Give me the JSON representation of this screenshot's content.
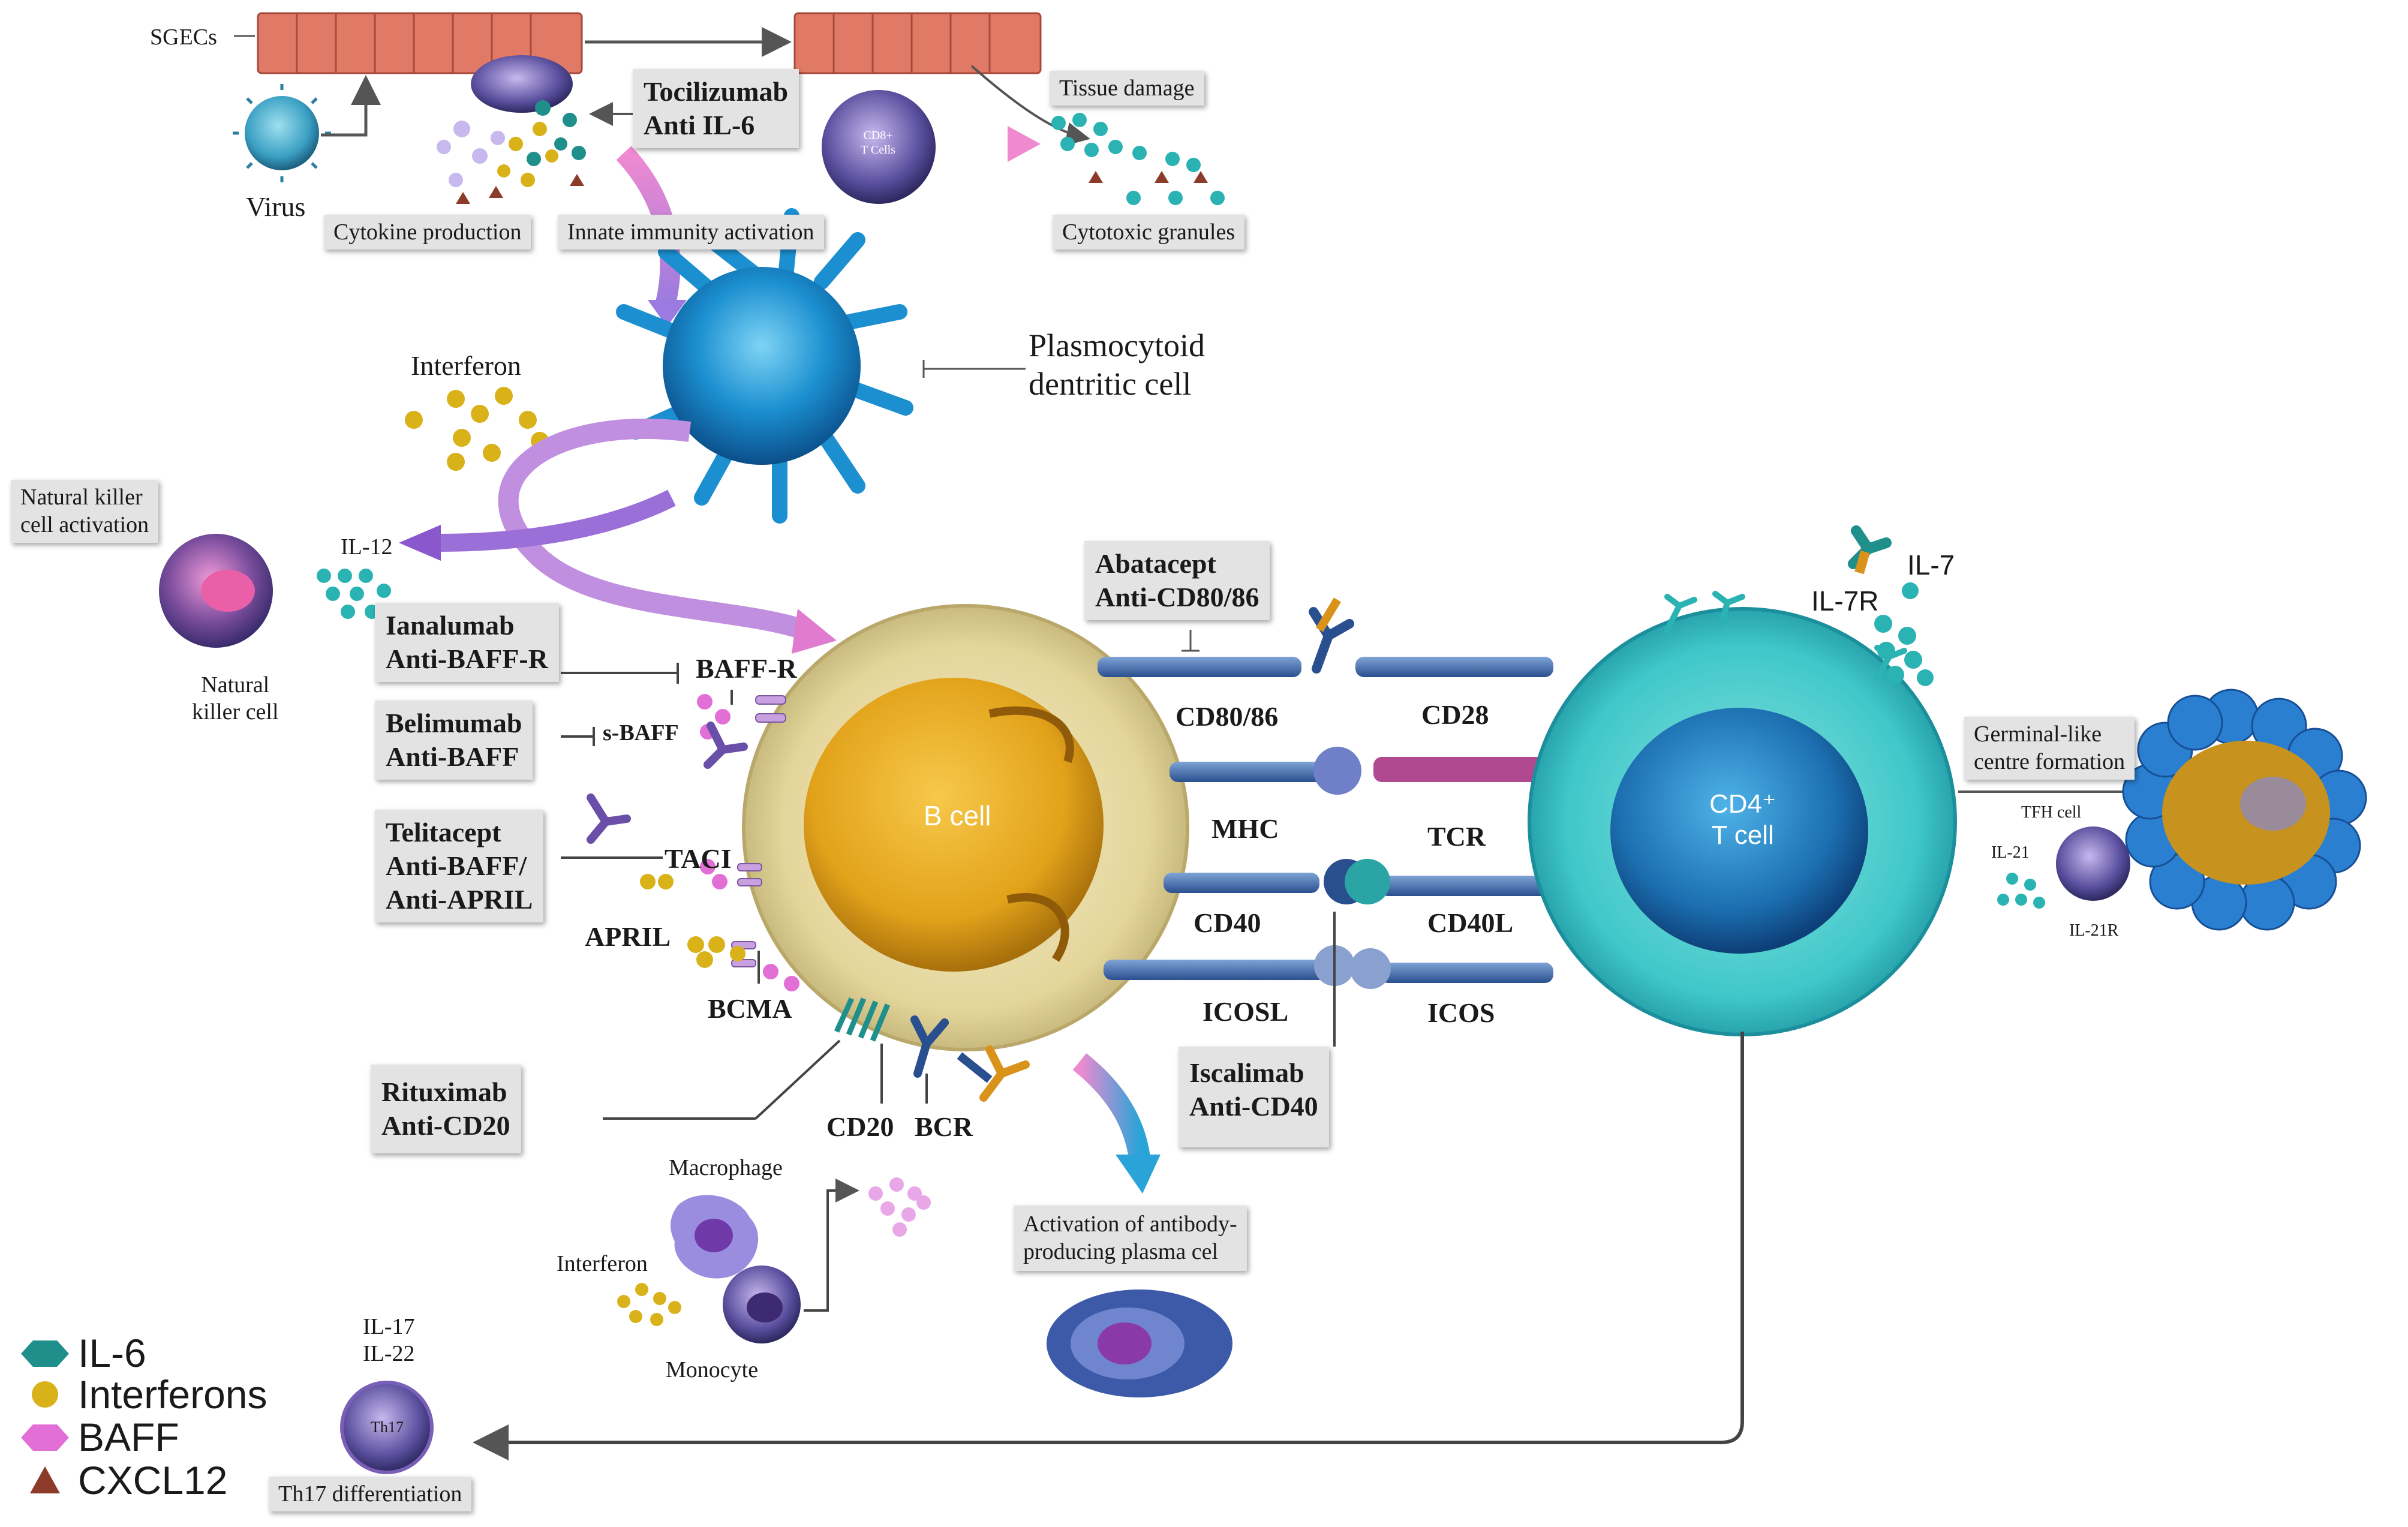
{
  "top": {
    "sgecs": "SGECs",
    "virus": "Virus",
    "tocilizumab": [
      "Tocilizumab",
      "Anti IL-6"
    ],
    "tissue_damage": "Tissue damage",
    "cd8": [
      "CD8+",
      "T Cells"
    ],
    "cytokine_production": "Cytokine production",
    "innate_immunity": "Innate immunity activation",
    "cytotoxic_granules": "Cytotoxic granules"
  },
  "pdc": {
    "interferon": "Interferon",
    "label": [
      "Plasmocytoid",
      "dentritic cell"
    ]
  },
  "nk": {
    "box": [
      "Natural killer",
      "cell activation"
    ],
    "il12": "IL-12",
    "cell_label": [
      "Natural",
      "killer cell"
    ]
  },
  "drugs": {
    "ianalumab": [
      "Ianalumab",
      "Anti-BAFF-R"
    ],
    "belimumab": [
      "Belimumab",
      "Anti-BAFF"
    ],
    "telitacept": [
      "Telitacept",
      "Anti-BAFF/",
      "Anti-APRIL"
    ],
    "rituximab": [
      "Rituximab",
      "Anti-CD20"
    ],
    "abatacept": [
      "Abatacept",
      "Anti-CD80/86"
    ],
    "iscalimab": [
      "Iscalimab",
      "Anti-CD40"
    ]
  },
  "bcell": {
    "label": "B cell",
    "receptors": {
      "baff_r": "BAFF-R",
      "s_baff": "s-BAFF",
      "taci": "TACI",
      "april": "APRIL",
      "bcma": "BCMA",
      "cd20": "CD20",
      "bcr": "BCR"
    }
  },
  "synapse": {
    "cd80_86": "CD80/86",
    "cd28": "CD28",
    "mhc": "MHC",
    "tcr": "TCR",
    "cd40": "CD40",
    "cd40l": "CD40L",
    "icosl": "ICOSL",
    "icos": "ICOS"
  },
  "tcell": {
    "label": [
      "CD4⁺",
      "T cell"
    ],
    "il7": "IL-7",
    "il7r": "IL-7R"
  },
  "gc": {
    "box": [
      "Germinal-like",
      "centre formation"
    ],
    "tfh": "TFH cell",
    "il21": "IL-21",
    "il21r": "IL-21R"
  },
  "lower": {
    "macrophage": "Macrophage",
    "interferon": "Interferon",
    "monocyte": "Monocyte",
    "plasma_box": [
      "Activation of antibody-",
      "producing plasma cel"
    ],
    "th17_cytokines": [
      "IL-17",
      "IL-22"
    ],
    "th17_cell": "Th17",
    "th17_box": "Th17 differentiation"
  },
  "legend": [
    {
      "label": "IL-6",
      "color": "#1f8f8c",
      "icon": "hexagon-icon"
    },
    {
      "label": "Interferons",
      "color": "#d9b21a",
      "icon": "circle-icon"
    },
    {
      "label": "BAFF",
      "color": "#e26fd6",
      "icon": "hexagon-icon"
    },
    {
      "label": "CXCL12",
      "color": "#8c3a2a",
      "icon": "triangle-icon"
    }
  ],
  "colors": {
    "sgec": "#e07a67",
    "pdc": "#1b8fd0",
    "bcell_outer": "#e7dba5",
    "bcell_nucleus": "#e2a21a",
    "tcell_outer": "#3fc7c9",
    "tcell_nucleus": "#1c6fb0",
    "arrow": "#555555",
    "il6": "#1f8f8c",
    "interferon": "#d9b21a",
    "baff": "#e26fd6",
    "cxcl12": "#8c3a2a"
  }
}
